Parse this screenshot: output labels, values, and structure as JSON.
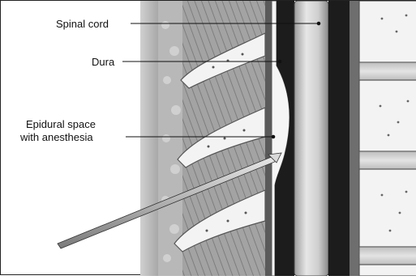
{
  "labels": {
    "spinal_cord": "Spinal cord",
    "dura": "Dura",
    "epidural_line1": "Epidural space",
    "epidural_line2": "with anesthesia"
  },
  "colors": {
    "background": "#ffffff",
    "spinal_cord": "#c9c9c9",
    "csf_space": "#1a1a1a",
    "bone": "#f2f2f2",
    "muscle": "#9a9a9a",
    "fat": "#b4b4b4",
    "leader_lines": "#111111"
  }
}
